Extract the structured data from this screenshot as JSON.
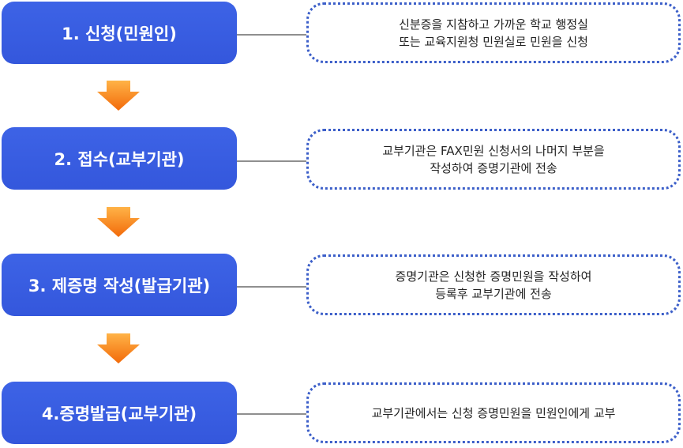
{
  "steps": [
    {
      "label": "1. 신청(민원인)",
      "desc": [
        "신분증을 지참하고 가까운 학교 행정실",
        "또는 교육지원청 민원실로 민원을 신청"
      ]
    },
    {
      "label": "2. 접수(교부기관)",
      "desc": [
        "교부기관은 FAX민원 신청서의 나머지 부분을",
        "작성하여 증명기관에 전송"
      ]
    },
    {
      "label": "3. 제증명 작성(발급기관)",
      "desc": [
        "증명기관은 신청한 증명민원을 작성하여",
        "등록후 교부기관에 전송"
      ]
    },
    {
      "label": "4.증명발급(교부기관)",
      "desc": [
        "교부기관에서는 신청 증명민원을 민원인에게 교부"
      ]
    }
  ],
  "colors": {
    "step_fill": "#3457dc",
    "desc_border": "#3c5fc9",
    "arrow_top": "#ffb347",
    "arrow_bottom": "#f26a0a",
    "connector": "#8f8f8f"
  }
}
